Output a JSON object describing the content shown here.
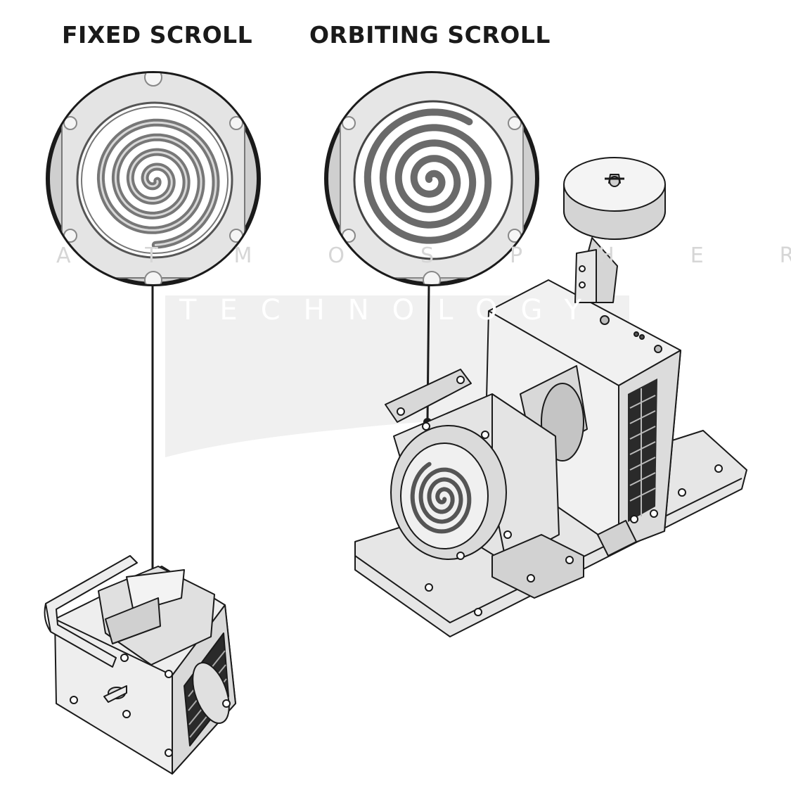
{
  "labels": {
    "fixed_scroll": "FIXED SCROLL",
    "orbiting_scroll": "ORBITING SCROLL"
  },
  "watermark": {
    "line1": "ATMOSPHERE",
    "line2": "TECHNOLOGY"
  },
  "colors": {
    "outline": "#1a1a1a",
    "metal_light": "#ededed",
    "metal_mid": "#cfcfcf",
    "metal_dark": "#8c8c8c",
    "spiral": "#6e6e6e",
    "watermark": "#e2e2e2"
  }
}
